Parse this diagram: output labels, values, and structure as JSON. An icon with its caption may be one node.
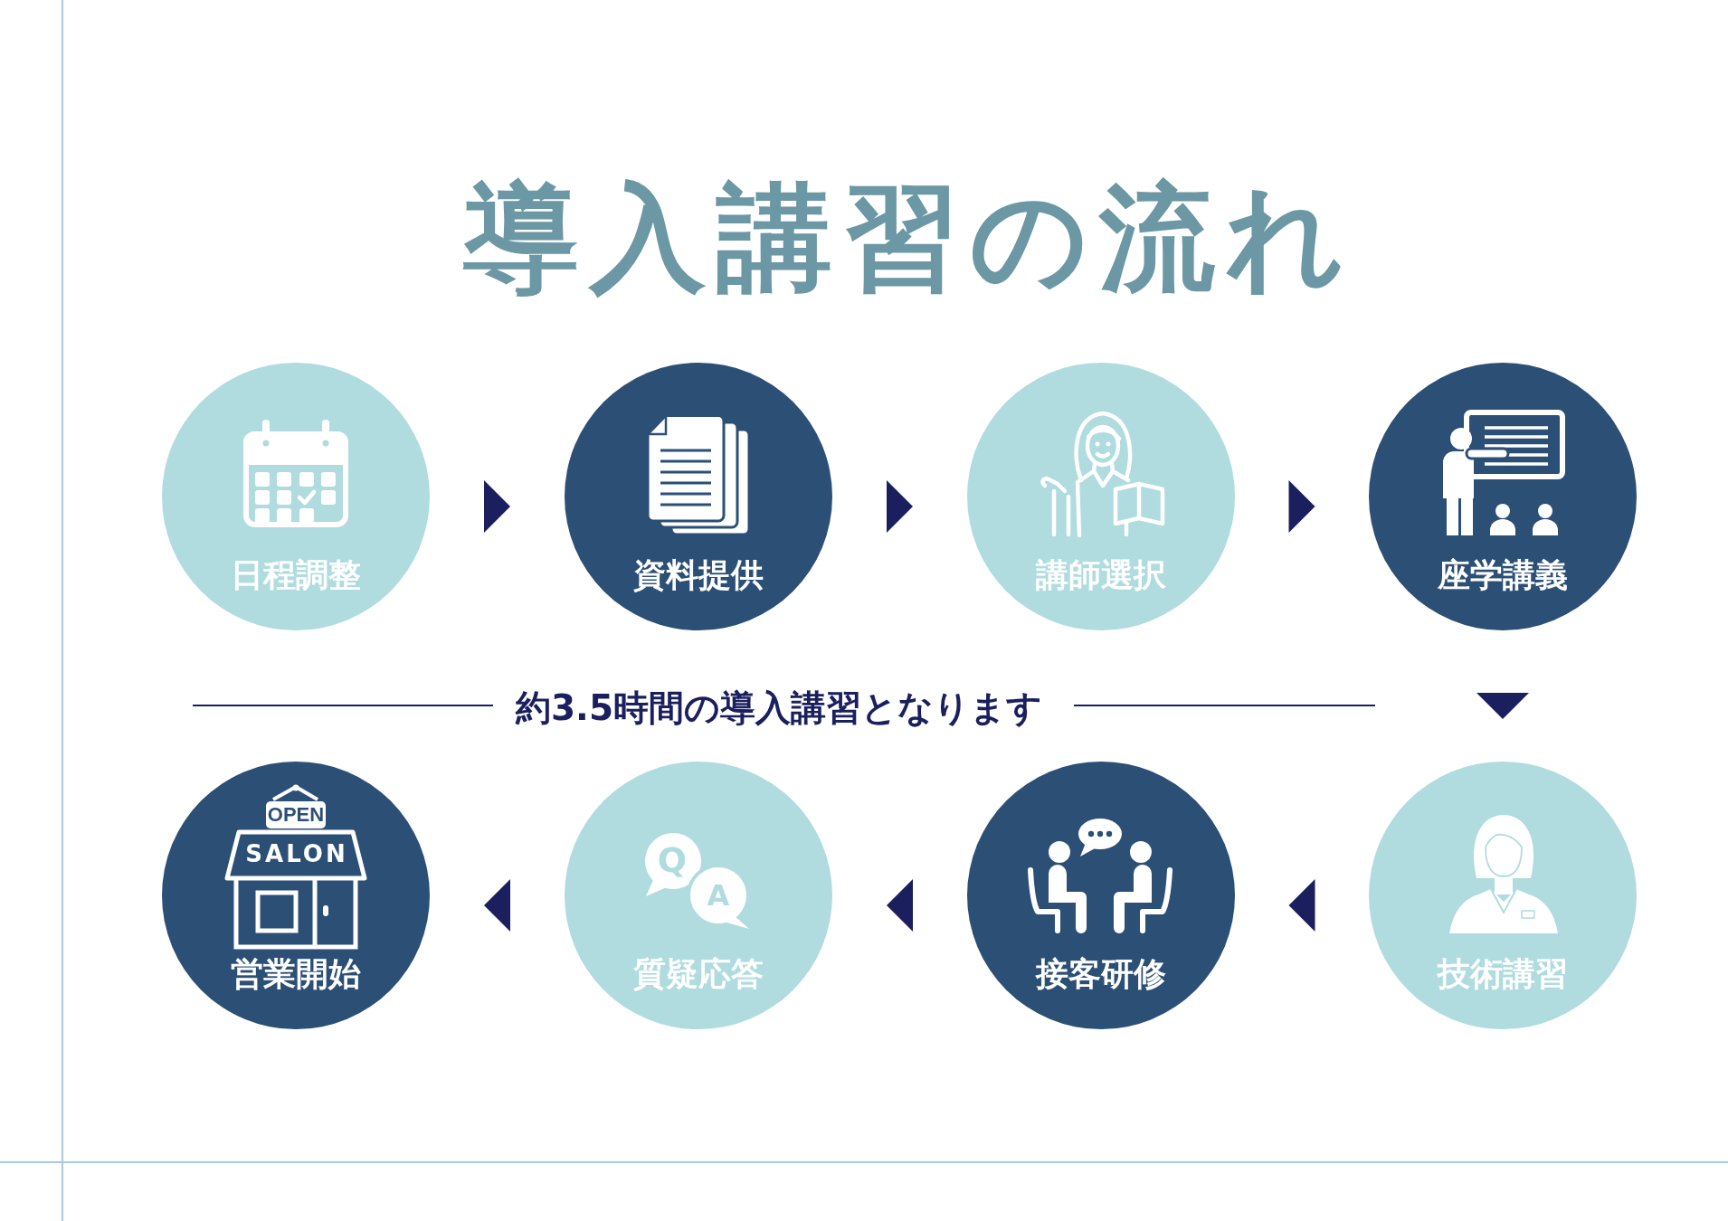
{
  "diagram": {
    "title": "導入講習の流れ",
    "nodes": [
      {
        "text": [
          "日程調整"
        ]
      },
      {
        "text": [
          "資料提供"
        ]
      },
      {
        "text": [
          "講師選択"
        ]
      },
      {
        "text": [
          "座学講義"
        ]
      },
      {
        "text": [
          "OPEN",
          "SALON",
          "営業開始"
        ]
      },
      {
        "text": [
          "Q",
          "A",
          "質疑応答"
        ]
      },
      {
        "text": [
          "接客研修"
        ]
      },
      {
        "text": [
          "技術講習"
        ]
      }
    ],
    "edges": [
      {
        "from": 0,
        "to": 1,
        "arrow": "to"
      },
      {
        "from": 1,
        "to": 2,
        "arrow": "to"
      },
      {
        "from": 2,
        "to": 3,
        "arrow": "to"
      },
      {
        "from": 3,
        "to": 7,
        "arrow": "to"
      },
      {
        "from": 7,
        "to": 6,
        "arrow": "to"
      },
      {
        "from": 6,
        "to": 5,
        "arrow": "to"
      },
      {
        "from": 5,
        "to": 4,
        "arrow": "to"
      }
    ],
    "labels": [
      "約3.5時間の導入講習となります"
    ]
  }
}
